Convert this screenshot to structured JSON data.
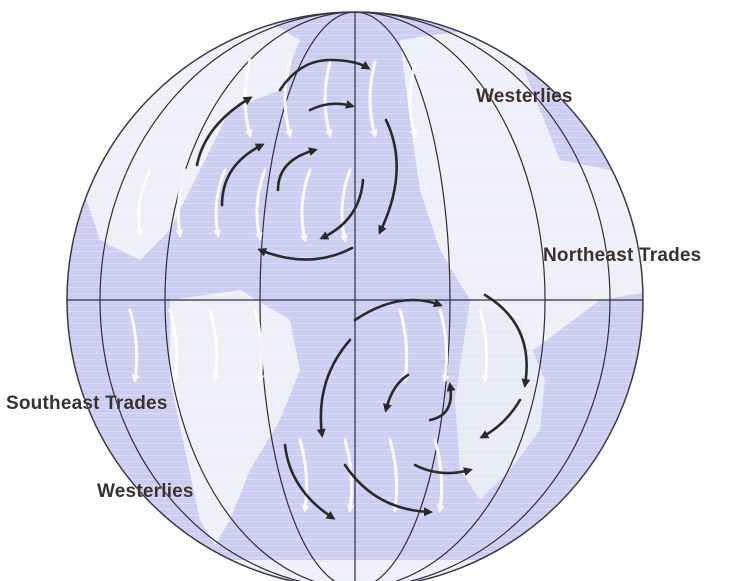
{
  "labels": {
    "westerlies_north": "Westerlies",
    "northeast_trades": "Northeast Trades",
    "southeast_trades": "Southeast Trades",
    "westerlies_south": "Westerlies"
  },
  "colors": {
    "ocean": "#cccdf0",
    "land": "#eef0f8",
    "grid_line": "#2e2e3a",
    "current_arrow": "#2a2a2a",
    "wind_arrow": "#ffffff",
    "label_text": "#3a3030"
  },
  "gyres": [
    {
      "hemisphere": "north",
      "rotation": "clockwise"
    },
    {
      "hemisphere": "south",
      "rotation": "counterclockwise"
    }
  ]
}
